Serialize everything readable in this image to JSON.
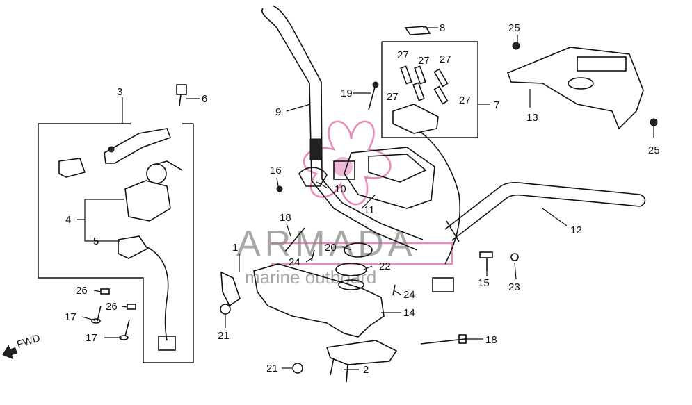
{
  "watermark": {
    "brand": "ARMADA",
    "tagline": "marine outboard",
    "logo_color": "#e58cbc"
  },
  "diagram": {
    "fwd_label": "FWD",
    "callouts": {
      "c1": "1",
      "c2": "2",
      "c3": "3",
      "c4": "4",
      "c5": "5",
      "c6": "6",
      "c7": "7",
      "c8": "8",
      "c9": "9",
      "c10": "10",
      "c11": "11",
      "c12": "12",
      "c13": "13",
      "c14": "14",
      "c15": "15",
      "c16": "16",
      "c17a": "17",
      "c17b": "17",
      "c18a": "18",
      "c18b": "18",
      "c19": "19",
      "c20": "20",
      "c21a": "21",
      "c21b": "21",
      "c22": "22",
      "c23": "23",
      "c24a": "24",
      "c24b": "24",
      "c25a": "25",
      "c25b": "25",
      "c26a": "26",
      "c26b": "26",
      "c27a": "27",
      "c27b": "27",
      "c27c": "27",
      "c27d": "27",
      "c27e": "27"
    }
  }
}
